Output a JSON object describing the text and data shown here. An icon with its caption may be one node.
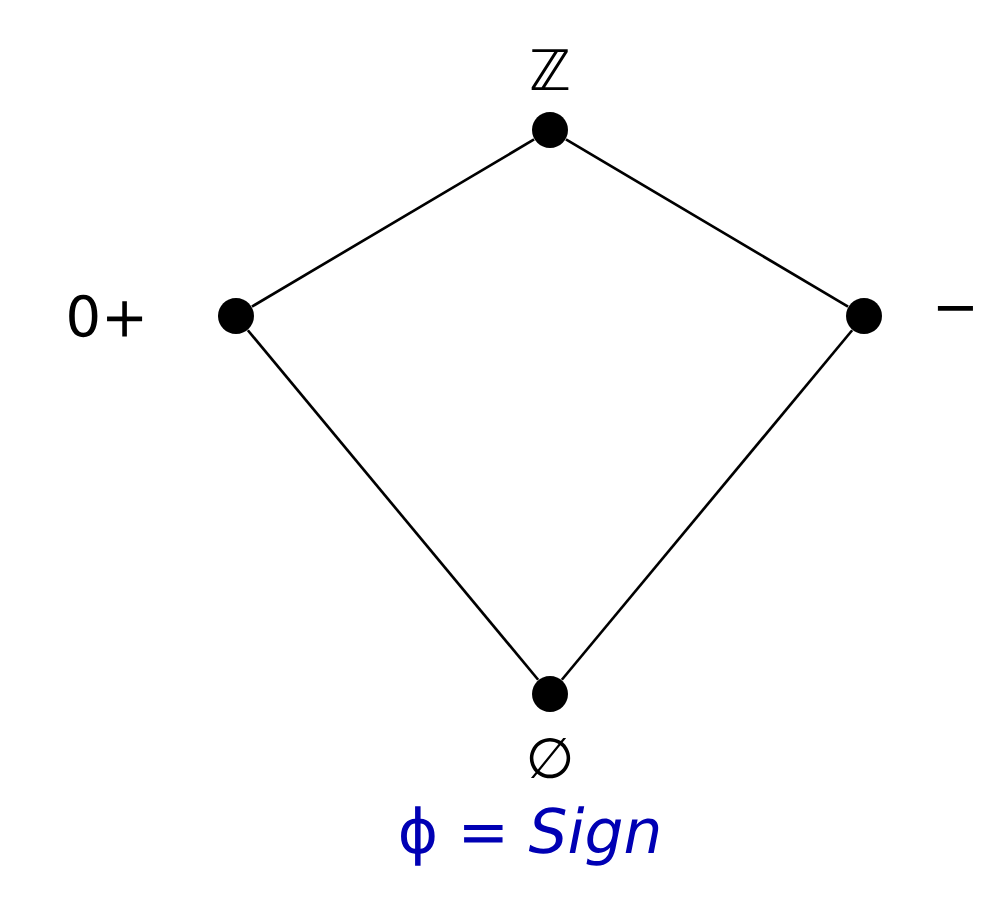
{
  "diagram": {
    "caption": "ϕ = *Sign*",
    "nodes": [
      {
        "text": [
          "ℤ"
        ]
      },
      {
        "text": [
          "0+"
        ]
      },
      {
        "text": [
          "−"
        ]
      },
      {
        "text": [
          "∅"
        ]
      }
    ],
    "edges": [
      {
        "from": 0,
        "to": 1,
        "arrow": "none"
      },
      {
        "from": 0,
        "to": 2,
        "arrow": "none"
      },
      {
        "from": 1,
        "to": 3,
        "arrow": "none"
      },
      {
        "from": 2,
        "to": 3,
        "arrow": "none"
      }
    ]
  }
}
